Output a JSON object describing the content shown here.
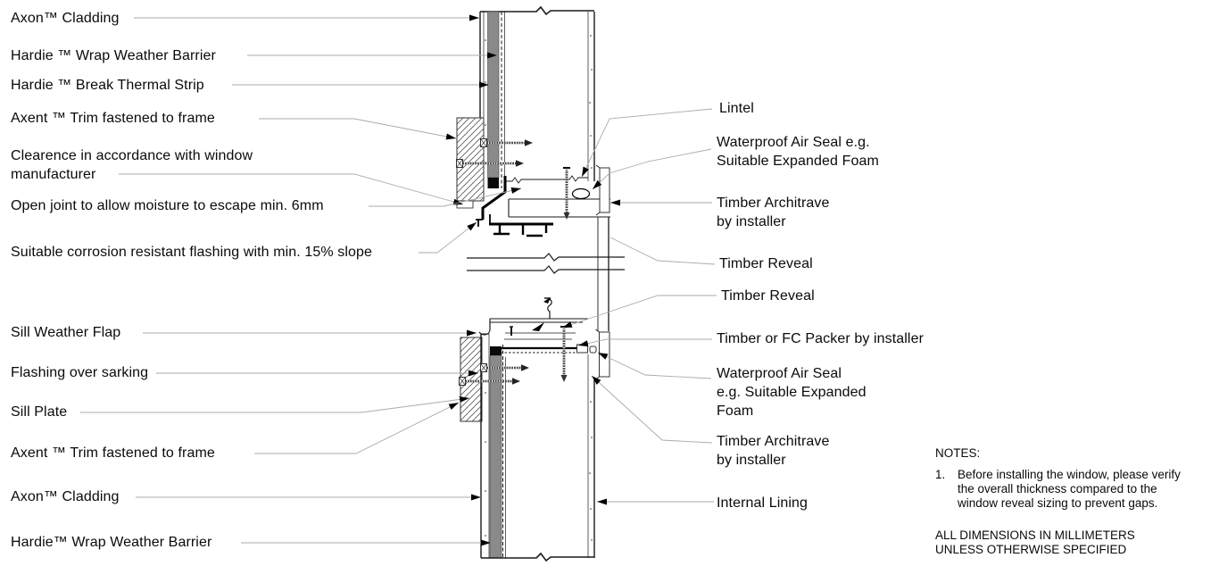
{
  "drawing": {
    "description": "Window head and sill cross-section construction detail with cladding",
    "colors": {
      "cladding_gray": "#8a8a8a",
      "line_black": "#1a1a1a",
      "leader_gray": "#ababab",
      "background": "#ffffff"
    }
  },
  "labels": {
    "left": [
      {
        "text": "Axon™ Cladding"
      },
      {
        "text": "Hardie ™ Wrap Weather Barrier"
      },
      {
        "text": "Hardie ™ Break Thermal Strip"
      },
      {
        "text": "Axent ™ Trim fastened to frame"
      },
      {
        "text": "Clearence in accordance with window\nmanufacturer"
      },
      {
        "text": "Open joint to allow moisture to escape min. 6mm"
      },
      {
        "text": "Suitable corrosion resistant flashing with min. 15% slope"
      },
      {
        "text": "Sill Weather Flap"
      },
      {
        "text": "Flashing over sarking"
      },
      {
        "text": "Sill Plate"
      },
      {
        "text": "Axent ™ Trim fastened to frame"
      },
      {
        "text": "Axon™ Cladding"
      },
      {
        "text": "Hardie™ Wrap Weather Barrier"
      }
    ],
    "right": [
      {
        "text": "Lintel"
      },
      {
        "text": "Waterproof Air Seal e.g.\nSuitable Expanded Foam"
      },
      {
        "text": "Timber  Architrave\nby installer"
      },
      {
        "text": "Timber Reveal"
      },
      {
        "text": "Timber Reveal"
      },
      {
        "text": "Timber or FC Packer by installer"
      },
      {
        "text": "Waterproof Air Seal\ne.g. Suitable Expanded\nFoam"
      },
      {
        "text": "Timber Architrave\nby installer"
      },
      {
        "text": "Internal Lining"
      }
    ]
  },
  "notes": {
    "heading": "NOTES:",
    "items": [
      {
        "number": "1.",
        "text": "Before installing the window, please verify\nthe overall thickness compared to the\nwindow reveal sizing to prevent gaps."
      }
    ],
    "footer": "ALL DIMENSIONS IN MILLIMETERS\nUNLESS OTHERWISE SPECIFIED"
  }
}
